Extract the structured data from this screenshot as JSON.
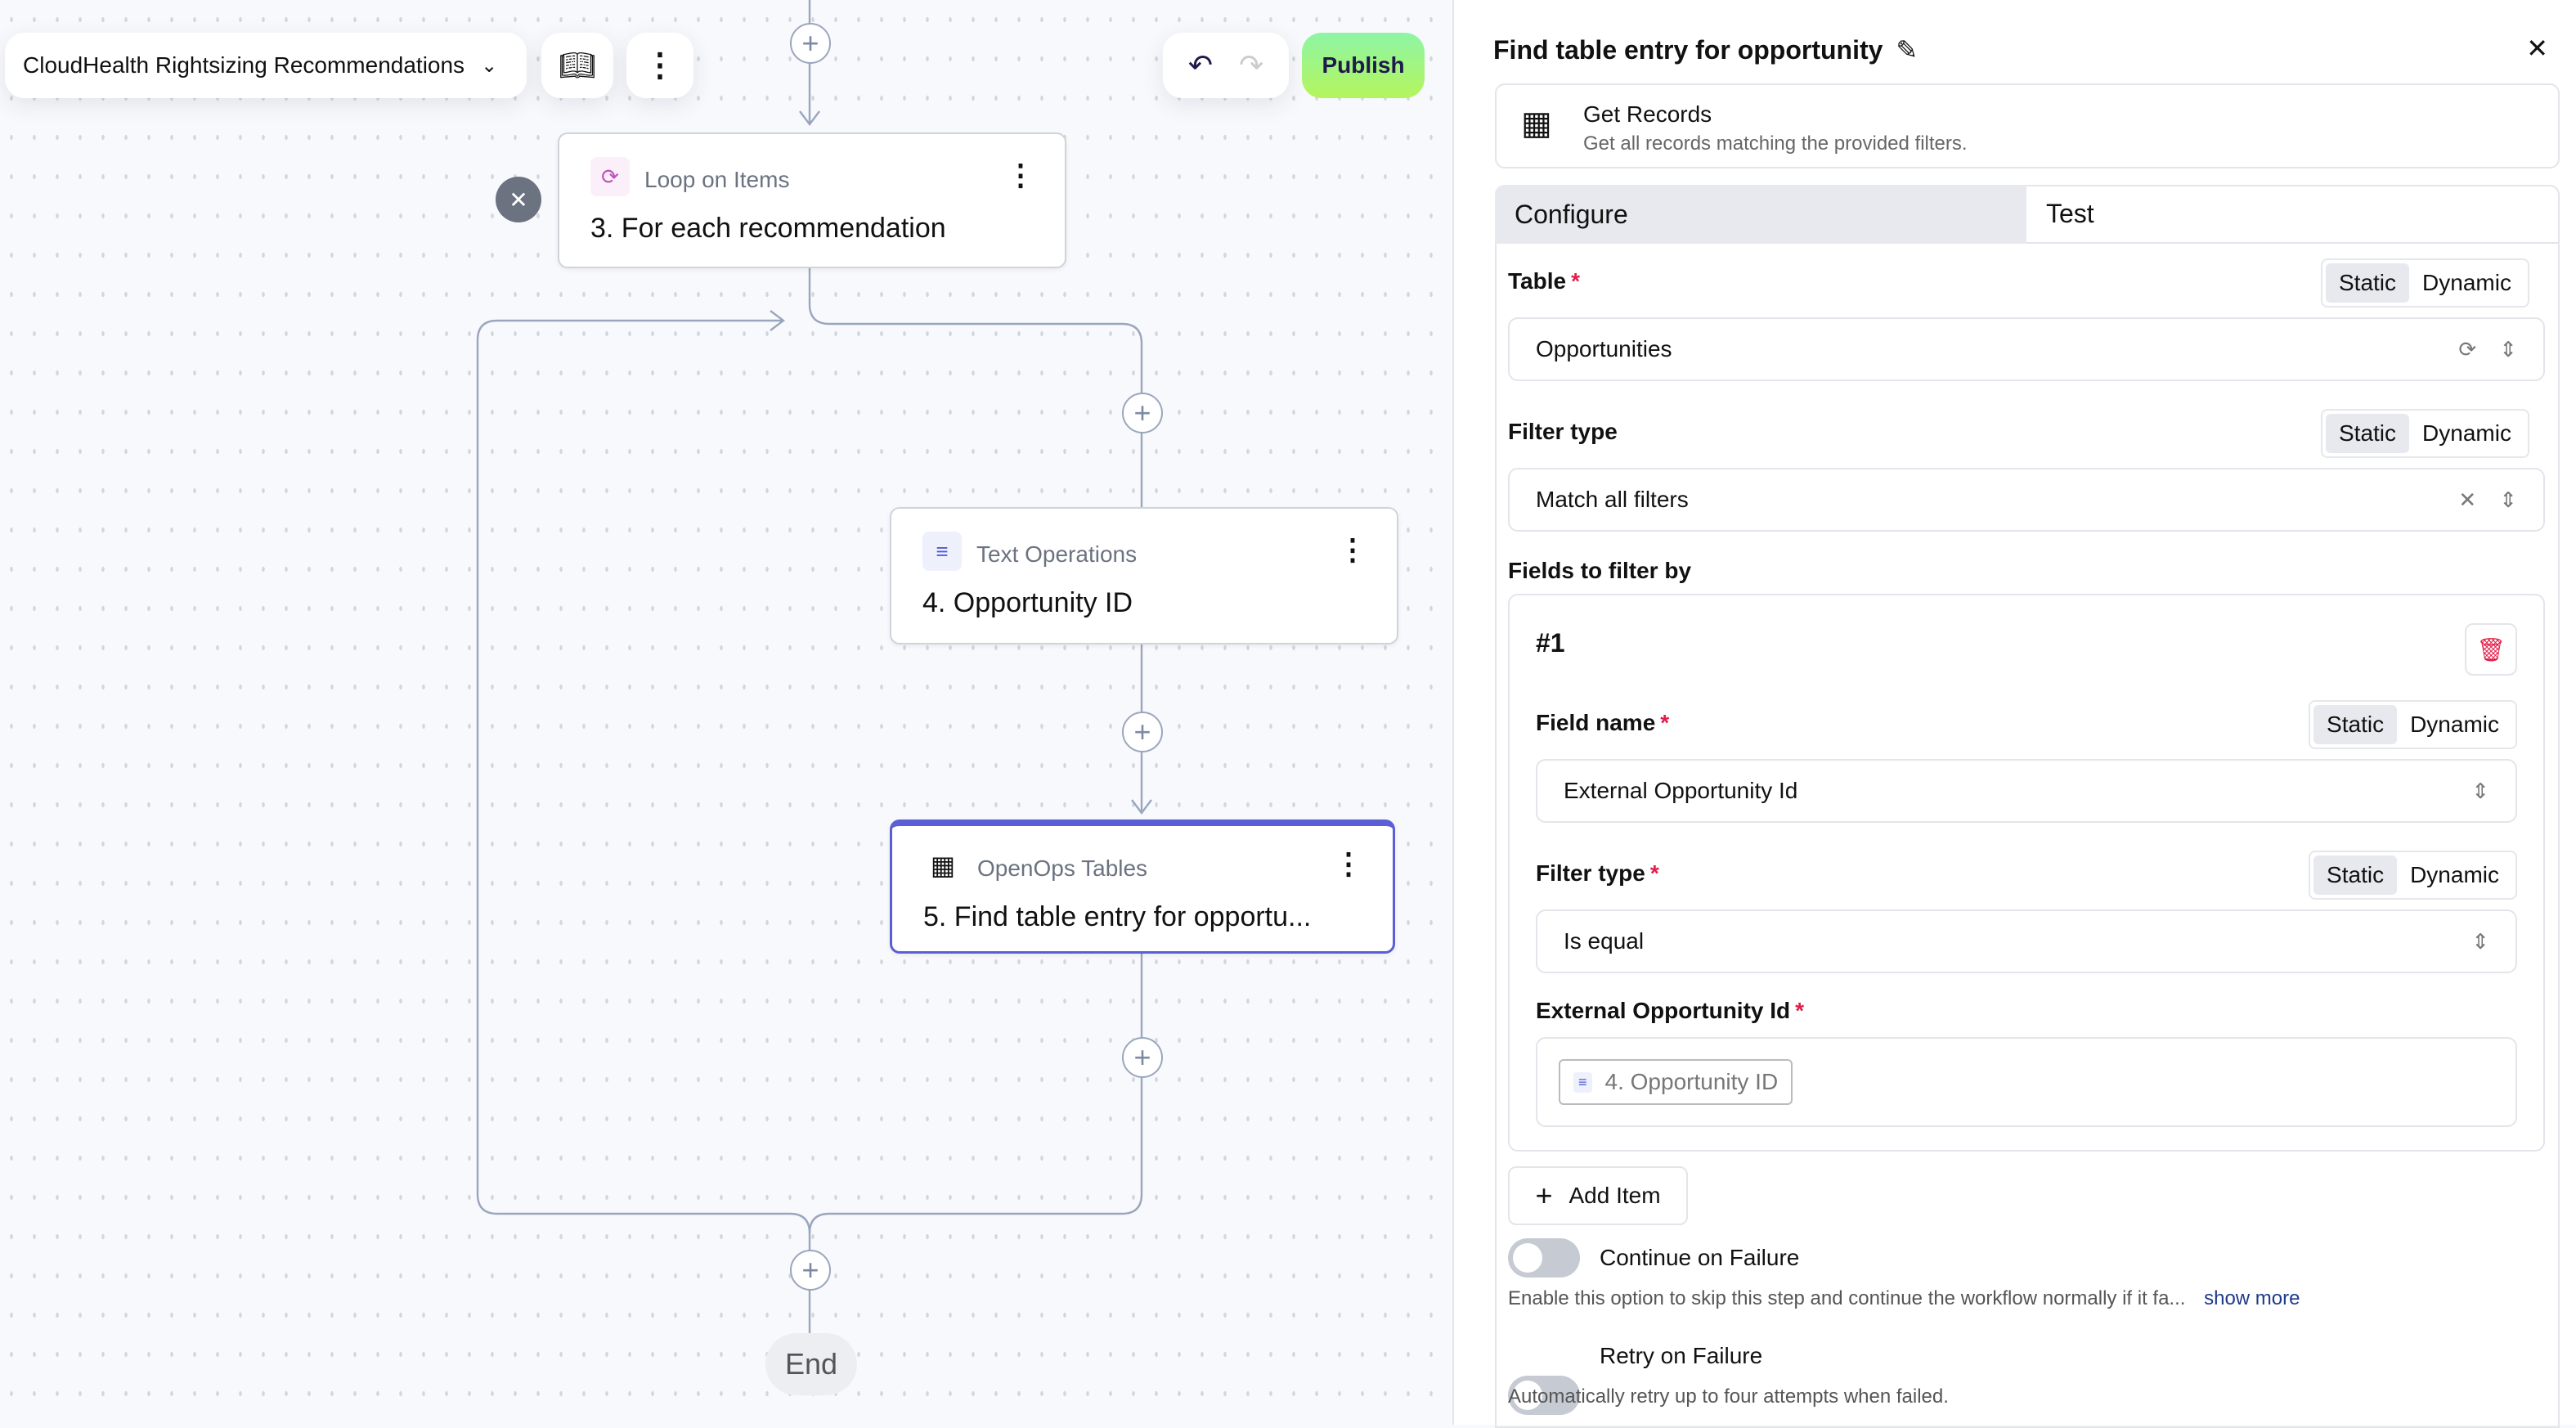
{
  "toolbar": {
    "flow_title": "CloudHealth Rightsizing Recommendations",
    "publish_label": "Publish",
    "accent": "#b5f55c"
  },
  "canvas": {
    "nodes": [
      {
        "kind": "Loop on Items",
        "title": "3. For each recommendation",
        "icon": "loop-icon"
      },
      {
        "kind": "Text Operations",
        "title": "4. Opportunity ID",
        "icon": "text-operations-icon"
      },
      {
        "kind": "OpenOps Tables",
        "title": "5. Find table entry for opportu...",
        "icon": "table-icon",
        "selected": true
      }
    ],
    "end_label": "End",
    "selected_color": "#5b5fd6"
  },
  "panel": {
    "title": "Find table entry for opportunity",
    "action": {
      "name": "Get Records",
      "description": "Get all records matching the provided filters."
    },
    "tabs": [
      {
        "label": "Configure",
        "active": true
      },
      {
        "label": "Test",
        "active": false
      }
    ],
    "mode": {
      "static": "Static",
      "dynamic": "Dynamic"
    },
    "table": {
      "label": "Table",
      "value": "Opportunities"
    },
    "filter_type": {
      "label": "Filter type",
      "value": "Match all filters"
    },
    "fields_label": "Fields to filter by",
    "item": {
      "index": "#1",
      "field_name": {
        "label": "Field name",
        "value": "External Opportunity Id"
      },
      "filter_type": {
        "label": "Filter type",
        "value": "Is equal"
      },
      "value_field": {
        "label": "External Opportunity Id",
        "chip": "4. Opportunity ID"
      }
    },
    "add_item": "Add Item",
    "continue_on_failure": {
      "label": "Continue on Failure",
      "help": "Enable this option to skip this step and continue the workflow normally if it fa...",
      "more": "show more",
      "enabled": false
    },
    "retry_on_failure": {
      "label": "Retry on Failure",
      "help": "Automatically retry up to four attempts when failed.",
      "enabled": false
    }
  }
}
